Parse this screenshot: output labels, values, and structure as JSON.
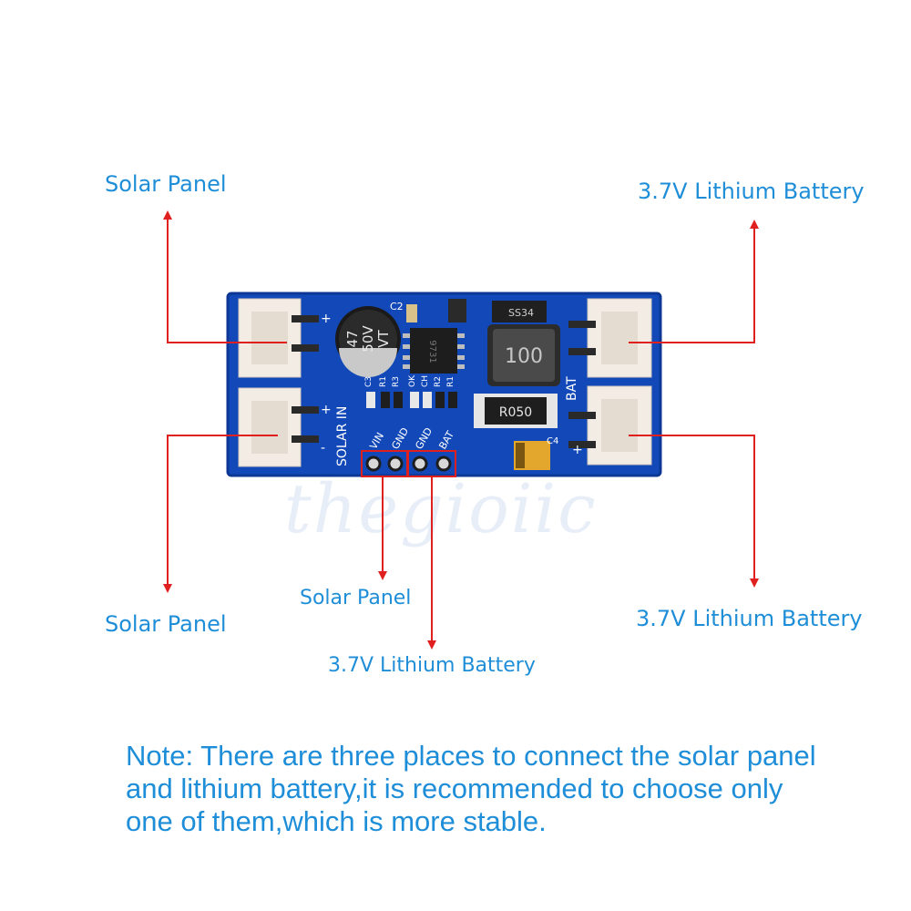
{
  "labels": {
    "solar_top": "Solar Panel",
    "battery_top": "3.7V Lithium Battery",
    "solar_bottom_left": "Solar Panel",
    "solar_bottom_center": "Solar Panel",
    "battery_bottom_right": "3.7V Lithium Battery",
    "battery_bottom_center": "3.7V Lithium Battery"
  },
  "watermark": "thegioiic",
  "board": {
    "solar_in": "SOLAR IN",
    "bat": "BAT",
    "pins": [
      "VIN",
      "GND",
      "GND",
      "BAT"
    ],
    "inductor": "100",
    "resistor": "R050",
    "diode": "SS34",
    "capacitor_lines": [
      "47",
      "50V",
      "VT"
    ],
    "chip": "9731",
    "c2": "C2",
    "c4": "C4",
    "small_labels": [
      "C3",
      "R1",
      "R3",
      "OK",
      "CH",
      "R2",
      "R1"
    ],
    "plus": "+",
    "minus": "-"
  },
  "note_lines": [
    "Note: There are three places to connect the solar panel",
    "and lithium battery,it is recommended to choose only",
    "one of them,which is more stable."
  ],
  "colors": {
    "label": "#1f8ed8",
    "arrow": "#e0201e",
    "pcb": "#1248b8",
    "connector": "#f3ece4"
  }
}
